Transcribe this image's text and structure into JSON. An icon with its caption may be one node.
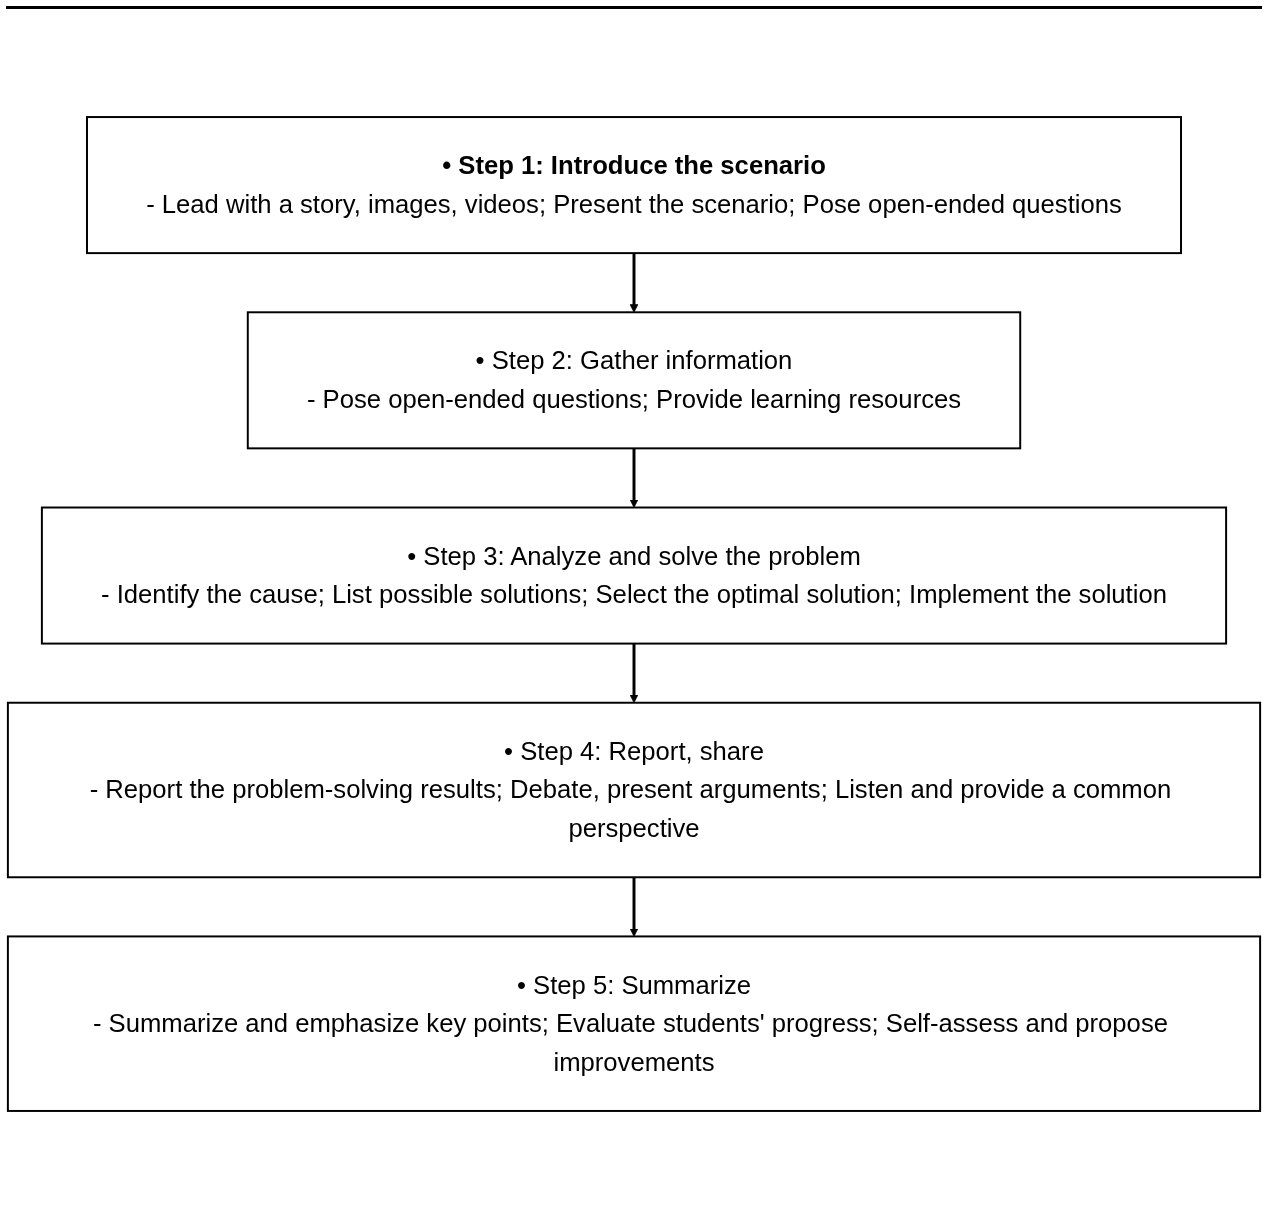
{
  "diagram": {
    "nodes": [
      {
        "text": [
          "• Step 1: Introduce the scenario",
          "- Lead with a story, images, videos; Present the scenario; Pose open-ended questions"
        ]
      },
      {
        "text": [
          "• Step 2: Gather information",
          "- Pose open-ended questions; Provide learning resources"
        ]
      },
      {
        "text": [
          "• Step 3: Analyze and solve the problem",
          "- Identify the cause; List possible solutions; Select the optimal solution; Implement the solution"
        ]
      },
      {
        "text": [
          "• Step 4: Report, share",
          "- Report the problem-solving results; Debate, present arguments; Listen and provide a common perspective"
        ]
      },
      {
        "text": [
          "• Step 5: Summarize",
          "- Summarize and emphasize key points; Evaluate students' progress; Self-assess and propose improvements"
        ]
      }
    ],
    "edges": [
      {
        "from": 0,
        "to": 1,
        "arrow": "to"
      },
      {
        "from": 1,
        "to": 2,
        "arrow": "to"
      },
      {
        "from": 2,
        "to": 3,
        "arrow": "to"
      },
      {
        "from": 3,
        "to": 4,
        "arrow": "to"
      }
    ]
  }
}
